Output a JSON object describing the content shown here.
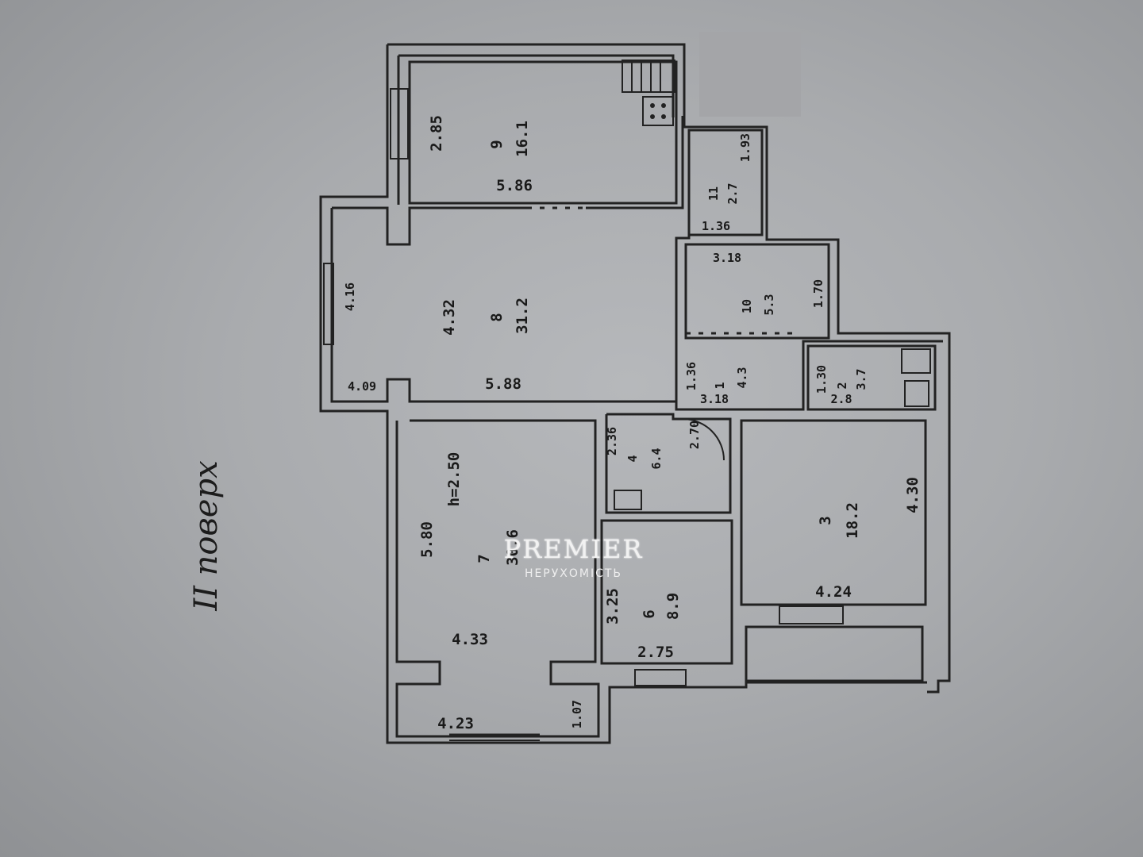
{
  "floor_label": "II поверх",
  "watermark": {
    "brand": "PREMIER",
    "sub": "НЕРУХОМІСТЬ"
  },
  "rooms": [
    {
      "id": "r9",
      "number": "9",
      "area": "16.1",
      "dims": [
        "2.85",
        "5.86"
      ]
    },
    {
      "id": "r8",
      "number": "8",
      "area": "31.2",
      "dims": [
        "4.32",
        "5.88",
        "4.16",
        "4.09"
      ]
    },
    {
      "id": "r11",
      "number": "11",
      "area": "2.7",
      "dims": [
        "1.93",
        "1.36"
      ]
    },
    {
      "id": "r10",
      "number": "10",
      "area": "5.3",
      "dims": [
        "1.70",
        "3.18"
      ]
    },
    {
      "id": "r1",
      "number": "1",
      "area": "4.3",
      "dims": [
        "1.36",
        "3.18"
      ]
    },
    {
      "id": "r2",
      "number": "2",
      "area": "3.7",
      "dims": [
        "1.30",
        "2.8"
      ]
    },
    {
      "id": "r4",
      "number": "4",
      "area": "6.4",
      "dims": [
        "2.36",
        "2.70"
      ]
    },
    {
      "id": "r3",
      "number": "3",
      "area": "18.2",
      "dims": [
        "4.30",
        "4.24"
      ]
    },
    {
      "id": "r6",
      "number": "6",
      "area": "8.9",
      "dims": [
        "3.25",
        "2.75"
      ]
    },
    {
      "id": "r7",
      "number": "7",
      "area": "30.6",
      "dims": [
        "5.80",
        "h=2.50",
        "4.33",
        "4.23",
        "1.07"
      ]
    }
  ]
}
